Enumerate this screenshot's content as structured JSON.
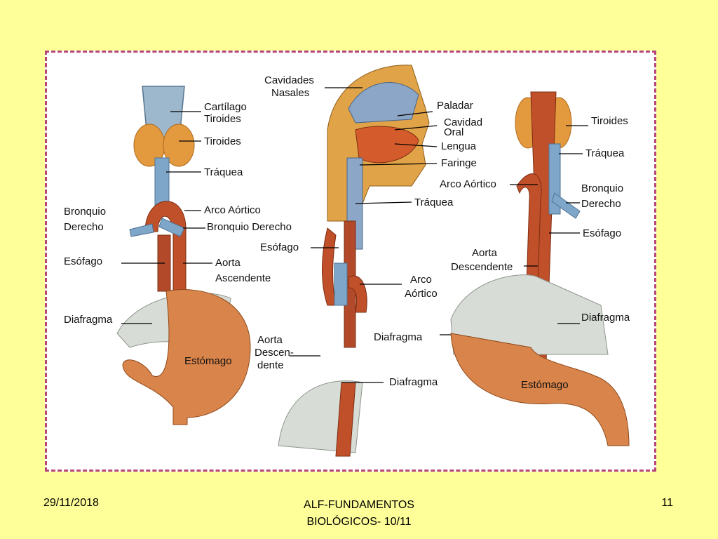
{
  "left_figure": {
    "labels": {
      "cartilago_1": "Cartílago",
      "cartilago_2": "Tiroides",
      "tiroides": "Tiroides",
      "traquea": "Tráquea",
      "arco_aortico": "Arco Aórtico",
      "bronquio_derecho_left_1": "Bronquio",
      "bronquio_derecho_left_2": "Derecho",
      "bronquio_derecho_right": "Bronquio Derecho",
      "esofago": "Esófago",
      "aorta_1": "Aorta",
      "aorta_2": "Ascendente",
      "diafragma": "Diafragma",
      "estomago": "Estómago"
    }
  },
  "middle_figure": {
    "labels": {
      "cavidades_1": "Cavidades",
      "cavidades_2": "Nasales",
      "paladar": "Paladar",
      "cavidad_1": "Cavidad",
      "cavidad_2": "Oral",
      "lengua": "Lengua",
      "faringe": "Faringe",
      "traquea": "Tráquea",
      "esofago": "Esófago",
      "arco_1": "Arco",
      "arco_2": "Aórtico",
      "diafragma_1": "Diafragma",
      "aorta_1": "Aorta",
      "aorta_2": "Descen-",
      "aorta_3": "dente",
      "diafragma_2": "Diafragma"
    }
  },
  "right_figure": {
    "labels": {
      "tiroides": "Tiroides",
      "traquea": "Tráquea",
      "arco_aortico": "Arco Aórtico",
      "bronquio_1": "Bronquio",
      "bronquio_2": "Derecho",
      "esofago": "Esófago",
      "aorta_1": "Aorta",
      "aorta_2": "Descendente",
      "diafragma": "Diafragma",
      "estomago": "Estómago"
    }
  },
  "footer": {
    "date": "29/11/2018",
    "title_line1": "ALF-FUNDAMENTOS",
    "title_line2": "BIOLÓGICOS- 10/11",
    "page": "11"
  },
  "colors": {
    "background": "#ffff99",
    "frame": "#b5457a",
    "muscle": "#c0502a",
    "thyroid": "#e39a3e",
    "trachea": "#7ea6c8",
    "diaphragm": "#d7dcd6",
    "stomach": "#d9844a"
  }
}
